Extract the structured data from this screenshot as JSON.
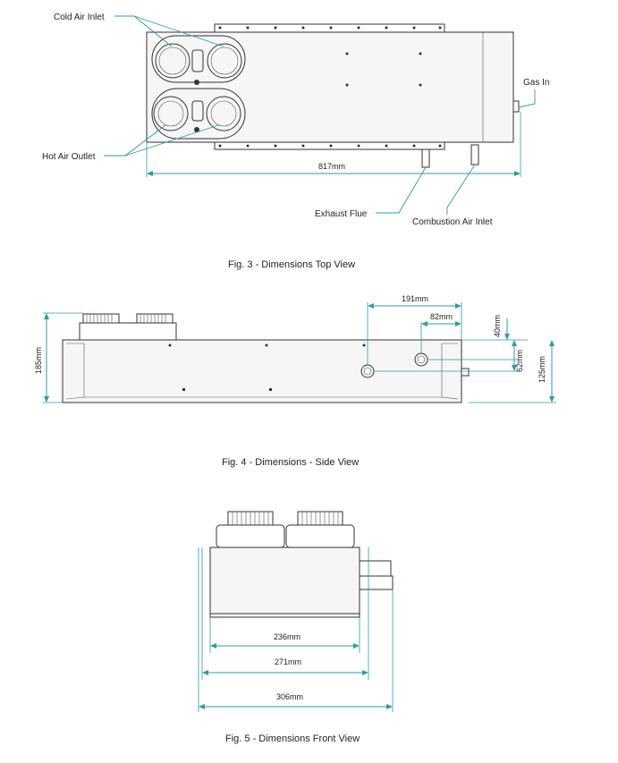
{
  "top_view": {
    "labels": {
      "cold_air_inlet": "Cold Air Inlet",
      "gas_in": "Gas In",
      "hot_air_outlet": "Hot Air Outlet",
      "exhaust_flue": "Exhaust Flue",
      "combustion_air_inlet": "Combustion Air Inlet"
    },
    "dims": {
      "length": "817mm"
    },
    "caption": "Fig. 3 - Dimensions Top View"
  },
  "side_view": {
    "dims": {
      "height": "185mm",
      "flue_offset": "191mm",
      "inlet_offset": "82mm",
      "top_gap": "40mm",
      "port_height": "62mm",
      "body_height": "125mm"
    },
    "caption": "Fig. 4 - Dimensions - Side View"
  },
  "front_view": {
    "dims": {
      "inner": "236mm",
      "middle": "271mm",
      "outer": "306mm"
    },
    "caption": "Fig. 5 - Dimensions Front View"
  },
  "colors": {
    "dimension": "#2e9c9c",
    "outline": "#333333"
  }
}
